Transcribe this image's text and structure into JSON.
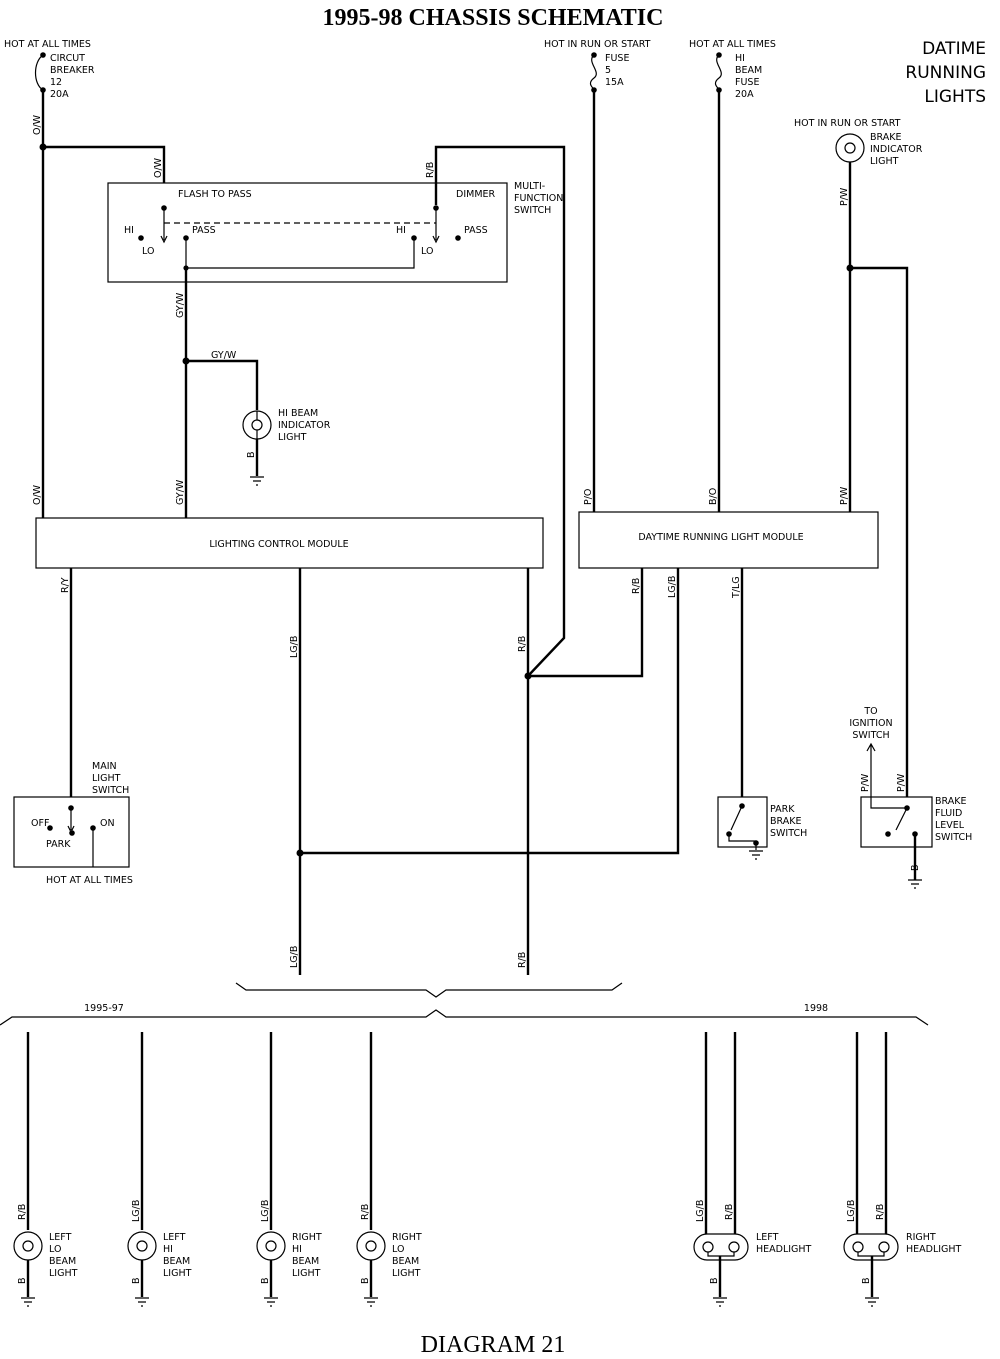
{
  "title": "1995-98 CHASSIS SCHEMATIC",
  "caption": "DIAGRAM 21",
  "section_heading": [
    "DATIME",
    "RUNNING",
    "LIGHTS"
  ],
  "power_sources": {
    "cb_hot": "HOT AT ALL TIMES",
    "cb_label": [
      "CIRCUT",
      "BREAKER",
      "12",
      "20A"
    ],
    "fuse5_hot": "HOT IN RUN OR START",
    "fuse5_label": [
      "FUSE",
      "5",
      "15A"
    ],
    "hibeam_hot": "HOT AT ALL TIMES",
    "hibeam_label": [
      "HI",
      "BEAM",
      "FUSE",
      "20A"
    ],
    "brake_ind_hot": "HOT IN RUN OR START",
    "brake_ind_label": [
      "BRAKE",
      "INDICATOR",
      "LIGHT"
    ]
  },
  "multifunction_switch": {
    "name": [
      "MULTI-",
      "FUNCTION",
      "SWITCH"
    ],
    "flash_to_pass": "FLASH TO PASS",
    "dimmer": "DIMMER",
    "hi": "HI",
    "lo": "LO",
    "pass": "PASS"
  },
  "hi_beam_indicator": [
    "HI BEAM",
    "INDICATOR",
    "LIGHT"
  ],
  "modules": {
    "lcm": "LIGHTING CONTROL MODULE",
    "drl": "DAYTIME RUNNING LIGHT MODULE"
  },
  "main_light_switch": {
    "name": [
      "MAIN",
      "LIGHT",
      "SWITCH"
    ],
    "off": "OFF",
    "on": "ON",
    "park": "PARK",
    "hot": "HOT AT ALL TIMES"
  },
  "park_brake_switch": [
    "PARK",
    "BRAKE",
    "SWITCH"
  ],
  "ignition": [
    "TO",
    "IGNITION",
    "SWITCH"
  ],
  "brake_fluid_switch": [
    "BRAKE",
    "FLUID",
    "LEVEL",
    "SWITCH"
  ],
  "years": {
    "early": "1995-97",
    "late": "1998"
  },
  "lamps": {
    "left_lo": [
      "LEFT",
      "LO",
      "BEAM",
      "LIGHT"
    ],
    "left_hi": [
      "LEFT",
      "HI",
      "BEAM",
      "LIGHT"
    ],
    "right_hi": [
      "RIGHT",
      "HI",
      "BEAM",
      "LIGHT"
    ],
    "right_lo": [
      "RIGHT",
      "LO",
      "BEAM",
      "LIGHT"
    ],
    "left_headlight": [
      "LEFT",
      "HEADLIGHT"
    ],
    "right_headlight": [
      "RIGHT",
      "HEADLIGHT"
    ]
  },
  "wires": {
    "ow": "O/W",
    "rb": "R/B",
    "gyw": "GY/W",
    "b": "B",
    "po": "P/O",
    "bo": "B/O",
    "pw": "P/W",
    "ry": "R/Y",
    "lgb": "LG/B",
    "tlg": "T/LG"
  }
}
